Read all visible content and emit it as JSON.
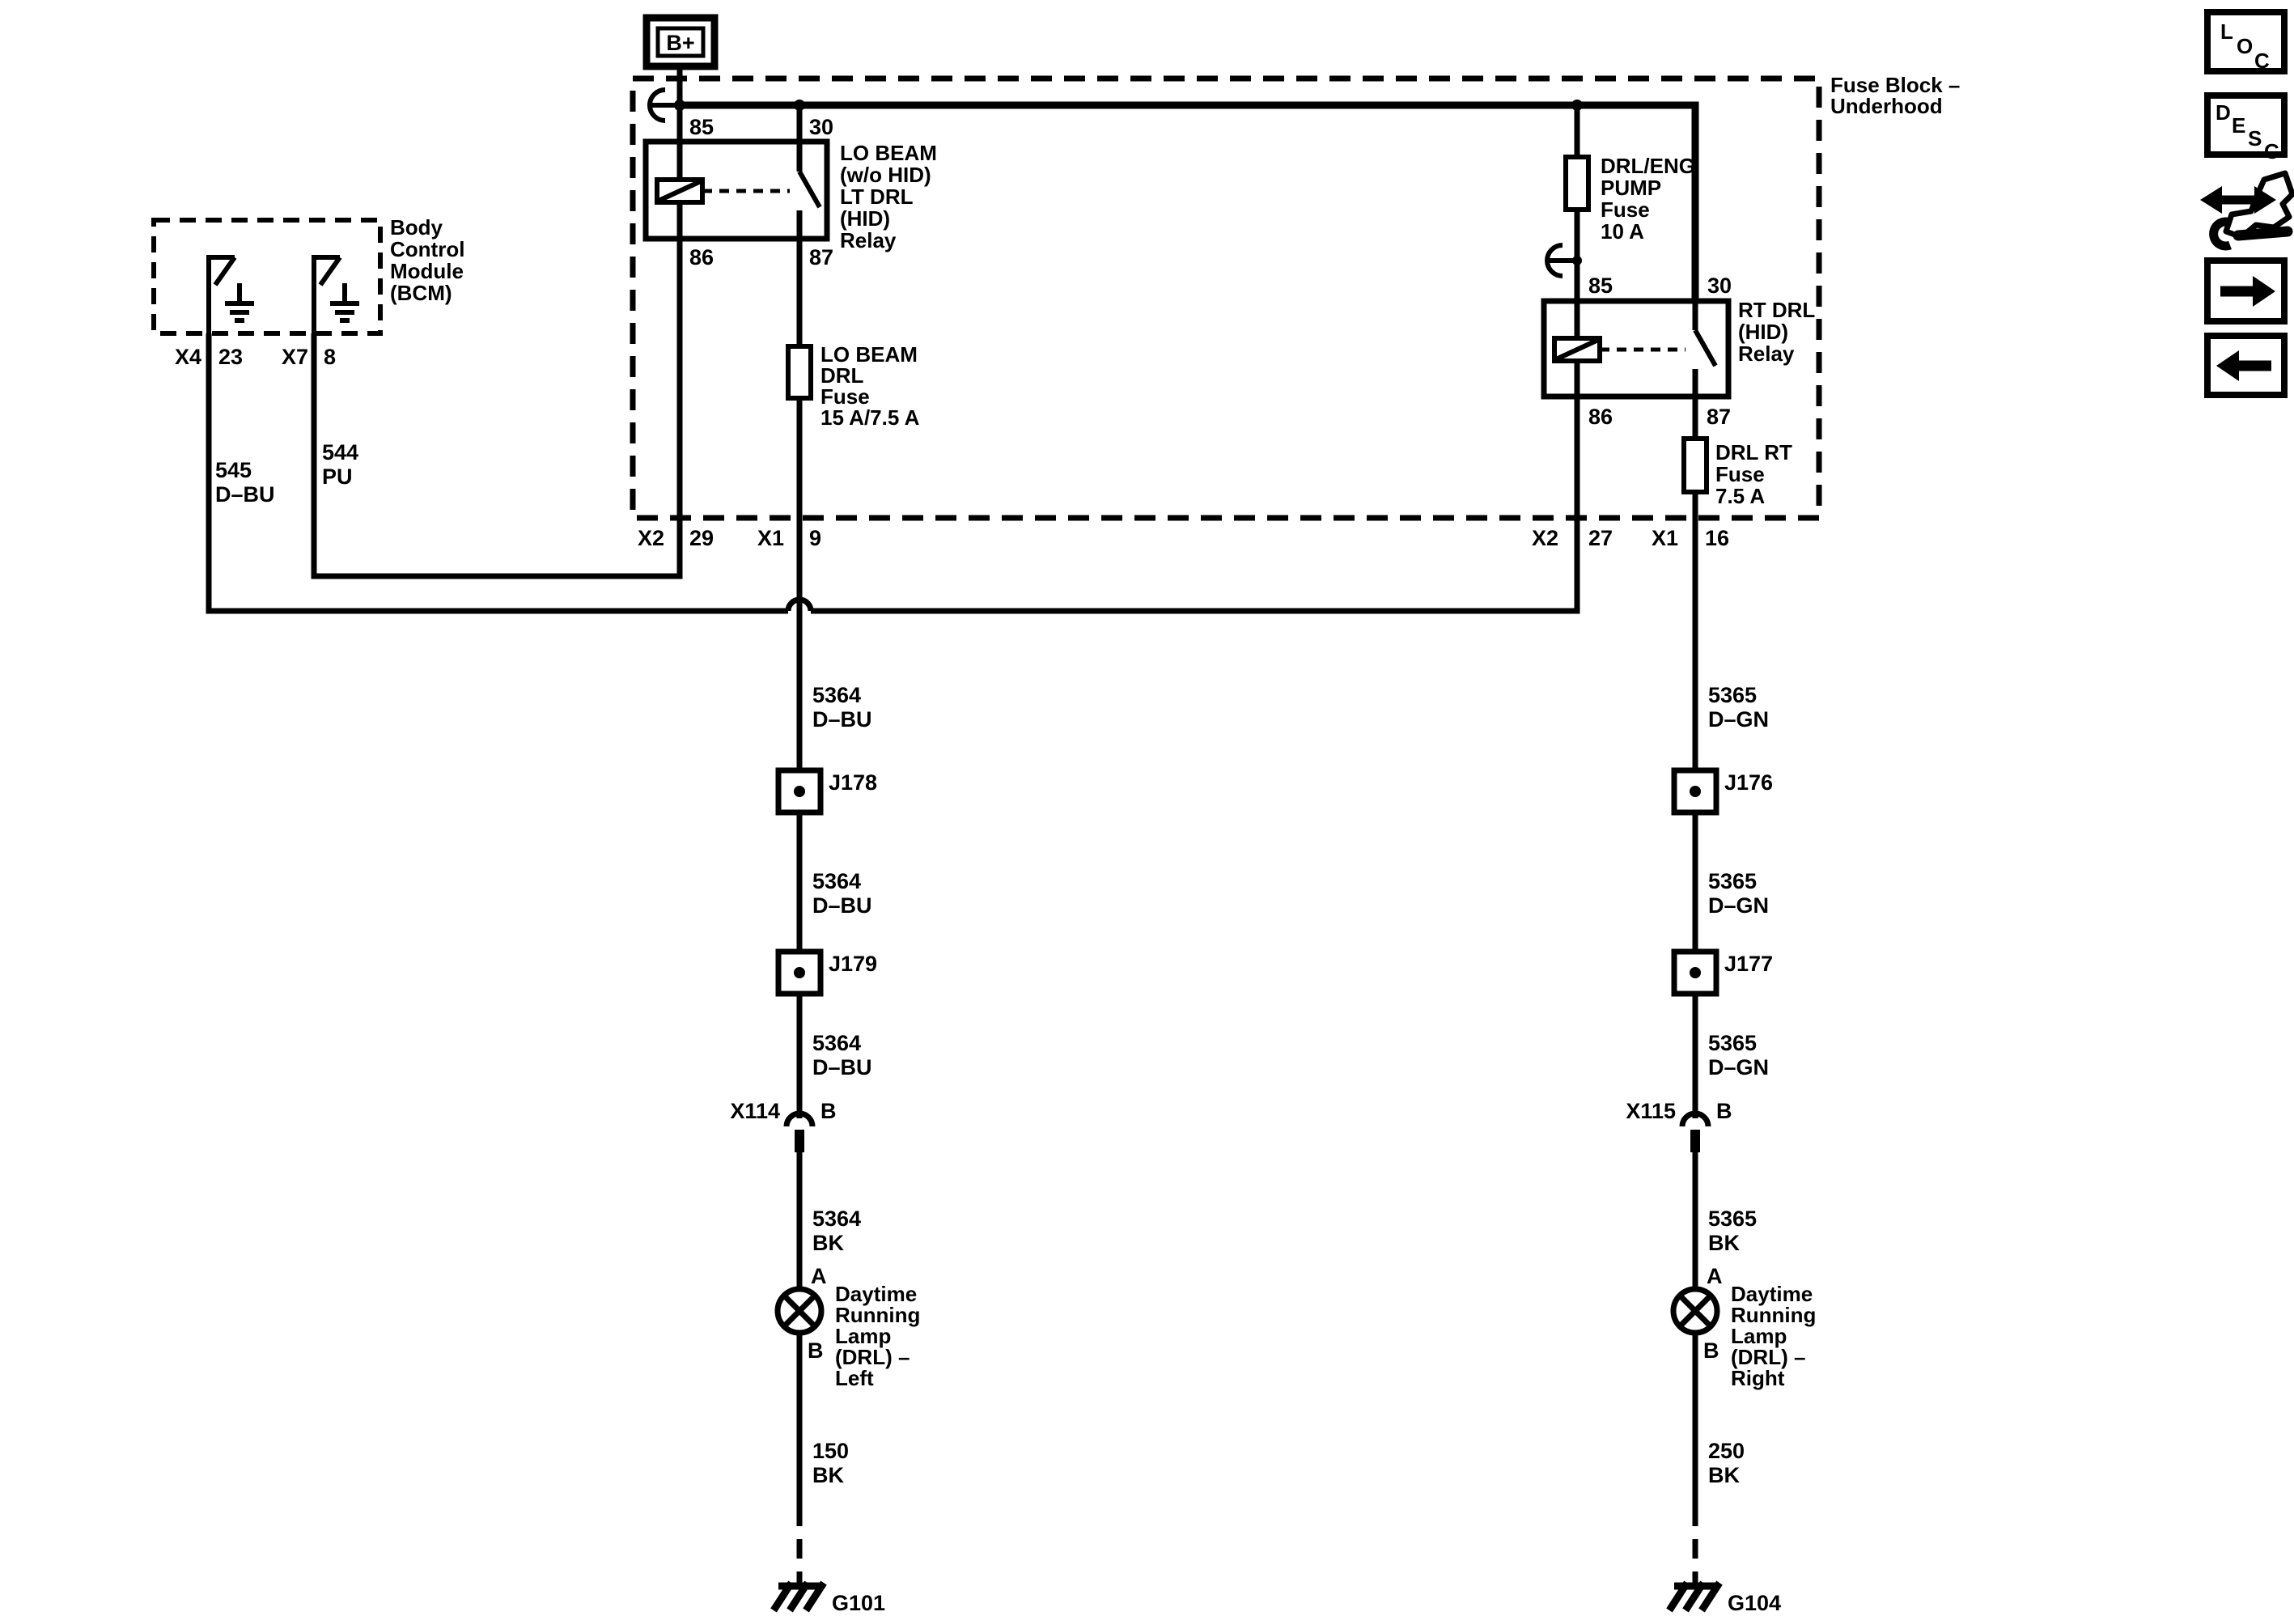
{
  "colors": {
    "ink": "#000000",
    "paper": "#ffffff"
  },
  "battery": {
    "label": "B+"
  },
  "fuse_block": {
    "title1": "Fuse Block –",
    "title2": "Underhood"
  },
  "relay_left": {
    "l1": "LO BEAM",
    "l2": "(w/o HID)",
    "l3": "LT DRL",
    "l4": "(HID)",
    "l5": "Relay",
    "p85": "85",
    "p30": "30",
    "p86": "86",
    "p87": "87"
  },
  "relay_right": {
    "l1": "RT DRL",
    "l2": "(HID)",
    "l3": "Relay",
    "p85": "85",
    "p30": "30",
    "p86": "86",
    "p87": "87"
  },
  "fuse_lo_beam": {
    "l1": "LO BEAM",
    "l2": "DRL",
    "l3": "Fuse",
    "l4": "15 A/7.5 A"
  },
  "fuse_pump": {
    "l1": "DRL/ENG",
    "l2": "PUMP",
    "l3": "Fuse",
    "l4": "10 A"
  },
  "fuse_drl_rt": {
    "l1": "DRL RT",
    "l2": "Fuse",
    "l3": "7.5 A"
  },
  "bcm": {
    "l1": "Body",
    "l2": "Control",
    "l3": "Module",
    "l4": "(BCM)",
    "conn1": "X4",
    "pin1": "23",
    "conn2": "X7",
    "pin2": "8"
  },
  "block_exit": {
    "c29_conn": "X2",
    "c29_pin": "29",
    "c9_conn": "X1",
    "c9_pin": "9",
    "c27_conn": "X2",
    "c27_pin": "27",
    "c16_conn": "X1",
    "c16_pin": "16"
  },
  "wires": {
    "w545_1": "545",
    "w545_2": "D–BU",
    "w544_1": "544",
    "w544_2": "PU"
  },
  "left": {
    "wa1": "5364",
    "wa2": "D–BU",
    "j1": "J178",
    "wb1": "5364",
    "wb2": "D–BU",
    "j2": "J179",
    "wc1": "5364",
    "wc2": "D–BU",
    "conn": "X114",
    "connpin": "B",
    "wd1": "5364",
    "wd2": "BK",
    "ta": "A",
    "tb": "B",
    "n1": "Daytime",
    "n2": "Running",
    "n3": "Lamp",
    "n4": "(DRL) –",
    "n5": "Left",
    "we1": "150",
    "we2": "BK",
    "gnd": "G101"
  },
  "right": {
    "wa1": "5365",
    "wa2": "D–GN",
    "j1": "J176",
    "wb1": "5365",
    "wb2": "D–GN",
    "j2": "J177",
    "wc1": "5365",
    "wc2": "D–GN",
    "conn": "X115",
    "connpin": "B",
    "wd1": "5365",
    "wd2": "BK",
    "ta": "A",
    "tb": "B",
    "n1": "Daytime",
    "n2": "Running",
    "n3": "Lamp",
    "n4": "(DRL) –",
    "n5": "Right",
    "we1": "250",
    "we2": "BK",
    "gnd": "G104"
  },
  "sidebar": {
    "loc1": "L",
    "loc2": "O",
    "loc3": "C",
    "desc1": "D",
    "desc2": "E",
    "desc3": "S",
    "desc4": "C"
  }
}
